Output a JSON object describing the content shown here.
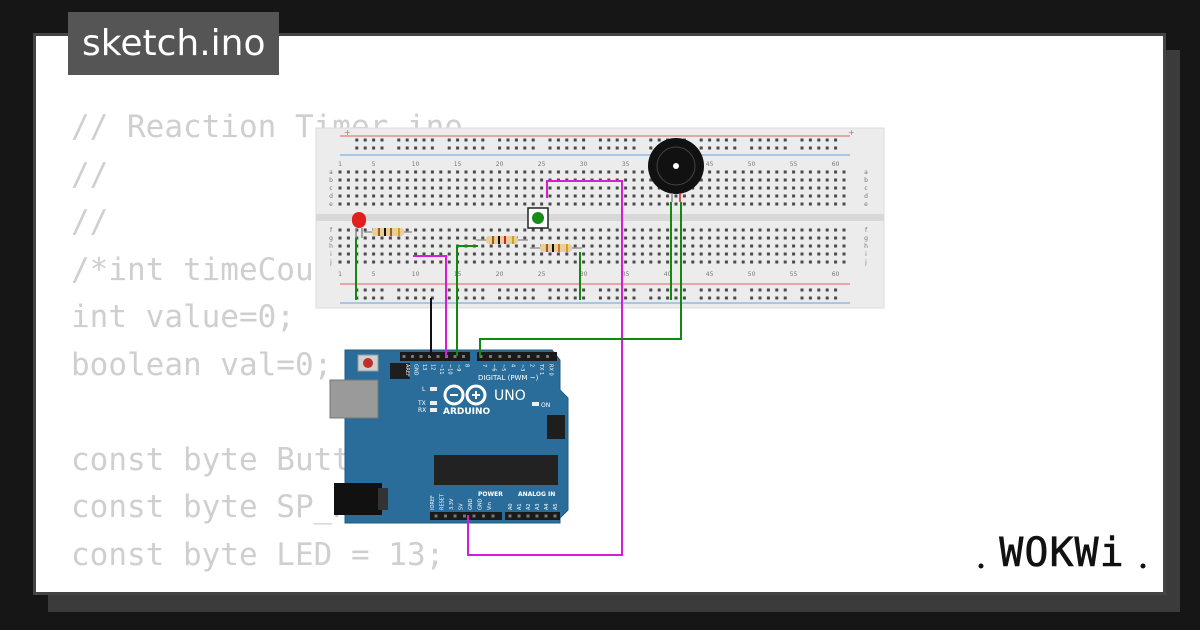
{
  "tab": {
    "title": "sketch.ino"
  },
  "code_lines": [
    "// Reaction Timer.ino",
    "//",
    "//              ------------",
    "/*int timeCounter",
    "int value=0;",
    "boolean val=0;",
    "",
    "const byte Button",
    "const byte SP_PIN",
    "const byte LED = 13;"
  ],
  "breadboard": {
    "column_numbers": [
      "1",
      "5",
      "10",
      "15",
      "20",
      "25",
      "30",
      "35",
      "40",
      "45",
      "50",
      "55",
      "60"
    ],
    "row_letters_top": [
      "a",
      "b",
      "c",
      "d",
      "e"
    ],
    "row_letters_bottom": [
      "f",
      "g",
      "h",
      "i",
      "j"
    ]
  },
  "arduino": {
    "brand": "ARDUINO",
    "model": "UNO",
    "digital_label": "DIGITAL (PWM ~)",
    "power_label": "POWER",
    "analog_label": "ANALOG IN",
    "on_label": "ON",
    "l_label": "L",
    "tx_label": "TX",
    "rx_label": "RX",
    "header_top_labels": [
      "AREF",
      "GND",
      "13",
      "12",
      "~11",
      "~10",
      "~9",
      "8",
      "7",
      "~6",
      "~5",
      "4",
      "~3",
      "2",
      "TX 1",
      "RX 0"
    ],
    "power_pins": [
      "IOREF",
      "RESET",
      "3.3V",
      "5V",
      "GND",
      "GND",
      "Vin"
    ],
    "analog_pins": [
      "A0",
      "A1",
      "A2",
      "A3",
      "A4",
      "A5"
    ]
  },
  "brand": {
    "logo_text": "WOKWi"
  },
  "colors": {
    "background": "#161616",
    "card": "#ffffff",
    "tab": "#555555",
    "code_text": "#cfcfcf",
    "board": "#2a6d9a",
    "wire_magenta": "#d61cd6",
    "wire_green": "#128a12",
    "wire_black": "#111111",
    "led": "#e02020",
    "button_cap": "#1a8a1a"
  }
}
